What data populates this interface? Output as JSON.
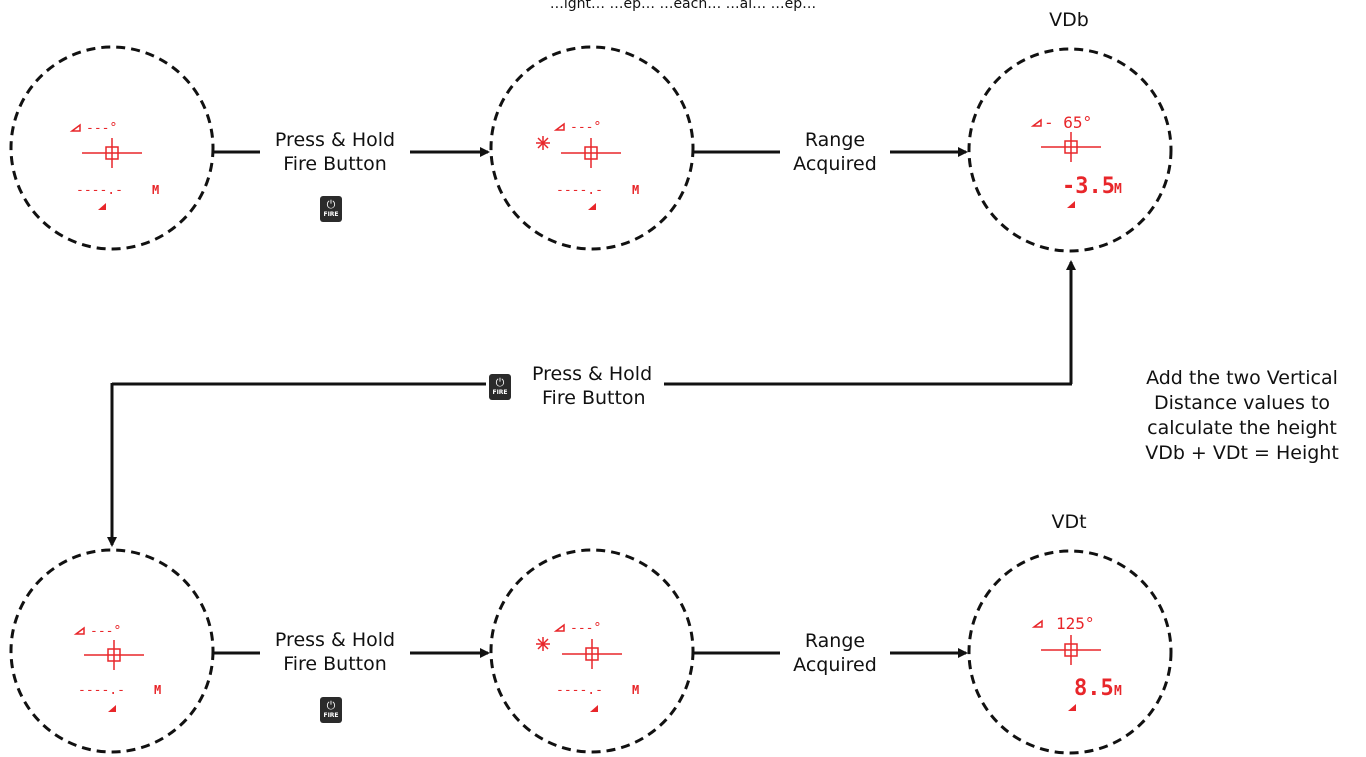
{
  "top_caption": "…ight… …ep… …each… …al… …ep…",
  "scopes": {
    "vdb_label": "VDb",
    "vdt_label": "VDt",
    "blank_angle": "---°",
    "blank_range": "----.-",
    "unit": "M",
    "vdb_angle": "- 65°",
    "vdb_range": "-3.5",
    "vdt_angle": "125°",
    "vdt_range": "8.5"
  },
  "steps": {
    "press_hold_line1": "Press & Hold",
    "press_hold_line2": "Fire Button",
    "range_line1": "Range",
    "range_line2": "Acquired"
  },
  "fire_button": {
    "icon": "power-icon",
    "text": "FIRE"
  },
  "note": {
    "line1": "Add the two Vertical",
    "line2": "Distance values to",
    "line3": "calculate the height",
    "line4": "VDb + VDt = Height"
  },
  "colors": {
    "display_red": "#e8262a",
    "line": "#111111",
    "button": "#2b2b2b"
  }
}
